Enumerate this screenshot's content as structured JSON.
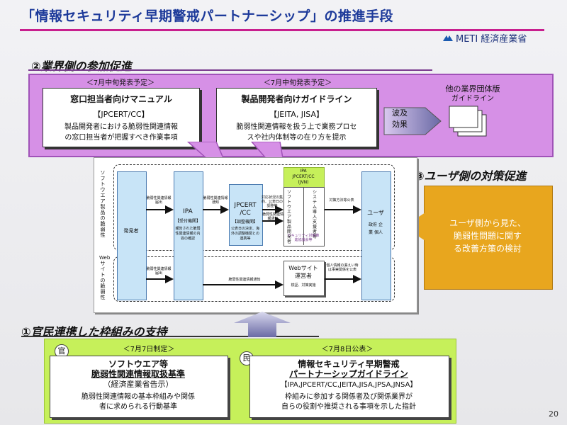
{
  "slide": {
    "title": "「情報セキュリティ早期警戒パートナーシップ」の推進手段",
    "logo_text": "METI 経済産業省",
    "page_number": "20"
  },
  "section2": {
    "heading": "②業界側の参加促進",
    "left_box": {
      "date": "＜7月中旬発表予定＞",
      "title": "窓口担当者向けマニュアル",
      "org": "【JPCERT/CC】",
      "desc_1": "製品開発者における脆弱性関連情報",
      "desc_2": "の窓口担当者が把握すべき作業事項"
    },
    "right_box": {
      "date": "＜7月中旬発表予定＞",
      "title": "製品開発者向けガイドライン",
      "org": "【JEITA, JISA】",
      "desc_1": "脆弱性関連情報を扱う上で業務プロセ",
      "desc_2": "スや社内体制等の在り方を提示"
    },
    "ripple_1": "波及",
    "ripple_2": "効果",
    "other_1": "他の業界団体版",
    "other_2": "ガイドライン"
  },
  "section3": {
    "heading": "③ユーザ側の対策促進",
    "box_1": "ユーザ側から見た、",
    "box_2": "脆弱性問題に関す",
    "box_3": "る改善方策の検討"
  },
  "section1": {
    "heading": "①官民連携した枠組みの支持",
    "left": {
      "badge": "官",
      "date": "＜7月7日制定＞",
      "title_1": "ソフトウエア等",
      "title_2": "脆弱性関連情報取扱基準",
      "sub": "（経済産業省告示）",
      "desc_1": "脆弱性関連情報の基本枠組みや関係",
      "desc_2": "者に求められる行動基準"
    },
    "right": {
      "badge": "民",
      "date": "＜7月8日公表＞",
      "title_1": "情報セキュリティ早期警戒",
      "title_2": "パートナーシップガイドライン",
      "orgs": "【IPA,JPCERT/CC,JEITA,JISA,JPSA,JNSA】",
      "desc_1": "枠組みに参加する関係者及び関係業界が",
      "desc_2": "自らの役割や推奨される事項を示した指針"
    }
  },
  "diagram": {
    "side_top": "ソフトウエア製品の脆弱性",
    "side_bottom": "Webサイトの脆弱性",
    "discoverer": "発見者",
    "ipa": "IPA",
    "ipa_role": "【受付機関】",
    "ipa_desc": "報告された脆弱性関連情報の内容の確認",
    "jpcert_1": "JPCERT",
    "jpcert_2": "/CC",
    "jpcert_role": "【調整機関】",
    "jpcert_desc": "公表日の決定、海外の調整機関との連携等",
    "ipa_panel_1": "IPA",
    "ipa_panel_2": "JPCERT/CC",
    "ipa_panel_3": "(JVN)",
    "vendor": "ソフトウエア製品開発者",
    "integrator": "システム導入支援者等",
    "web_operator_1": "Webサイト",
    "web_operator_2": "運営者",
    "web_operator_sub": "検証、対策実施",
    "user": "ユーザ",
    "user_types": "政府 企業 個人",
    "arrow_report_1": "脆弱性関連情報届出",
    "arrow_notify": "脆弱性関連情報通知",
    "arrow_ipa_jp": "脆弱性関連情報通知",
    "arrow_jp_vendor": "対応状況の集約、公表日の調整等",
    "arrow_to_user": "対策方法等公表",
    "arrow_report_2": "脆弱性関連情報届出",
    "arrow_notify_2": "脆弱性関連情報通知",
    "arrow_web_user": "個人情報の漏えい時は事実関係を公表",
    "security_1": "セキュリティ対策推進協議会等"
  }
}
